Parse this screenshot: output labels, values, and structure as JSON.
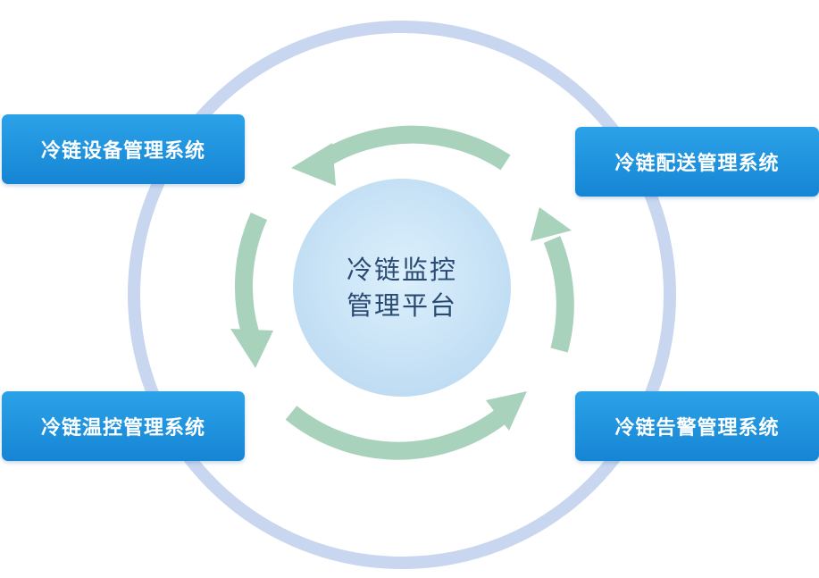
{
  "center": {
    "line1": "冷链监控",
    "line2": "管理平台"
  },
  "systems": {
    "top_left": "冷链设备管理系统",
    "top_right": "冷链配送管理系统",
    "bottom_left": "冷链温控管理系统",
    "bottom_right": "冷链告警管理系统"
  },
  "colors": {
    "outer_ring": "#c9d6ef",
    "center_fill": "#cfe6f7",
    "arrow": "#a9d2bd",
    "box": "#1f93dd",
    "center_text": "#2a4a73"
  }
}
